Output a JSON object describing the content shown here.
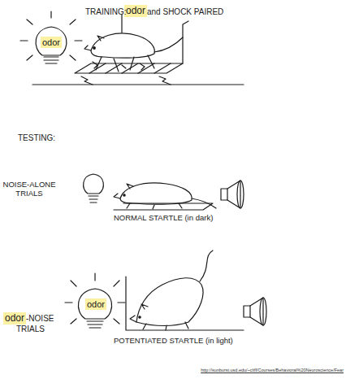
{
  "diagram": {
    "nodes": [
      {
        "text": [
          "odor"
        ]
      },
      {
        "text": [
          "odor"
        ]
      },
      {
        "text": [
          "odor"
        ]
      },
      {
        "text": [
          "odor"
        ]
      }
    ],
    "labels": [
      "TRAINING:",
      "and SHOCK PAIRED",
      "TESTING:",
      "NOISE-ALONE TRIALS",
      "NORMAL STARTLE (in dark)",
      "-NOISE",
      "TRIALS",
      "POTENTIATED STARTLE (in light)",
      "http://sunburst.usd.edu/~cliff/Courses/Behavioral%20Neuroscience/Fear"
    ]
  }
}
